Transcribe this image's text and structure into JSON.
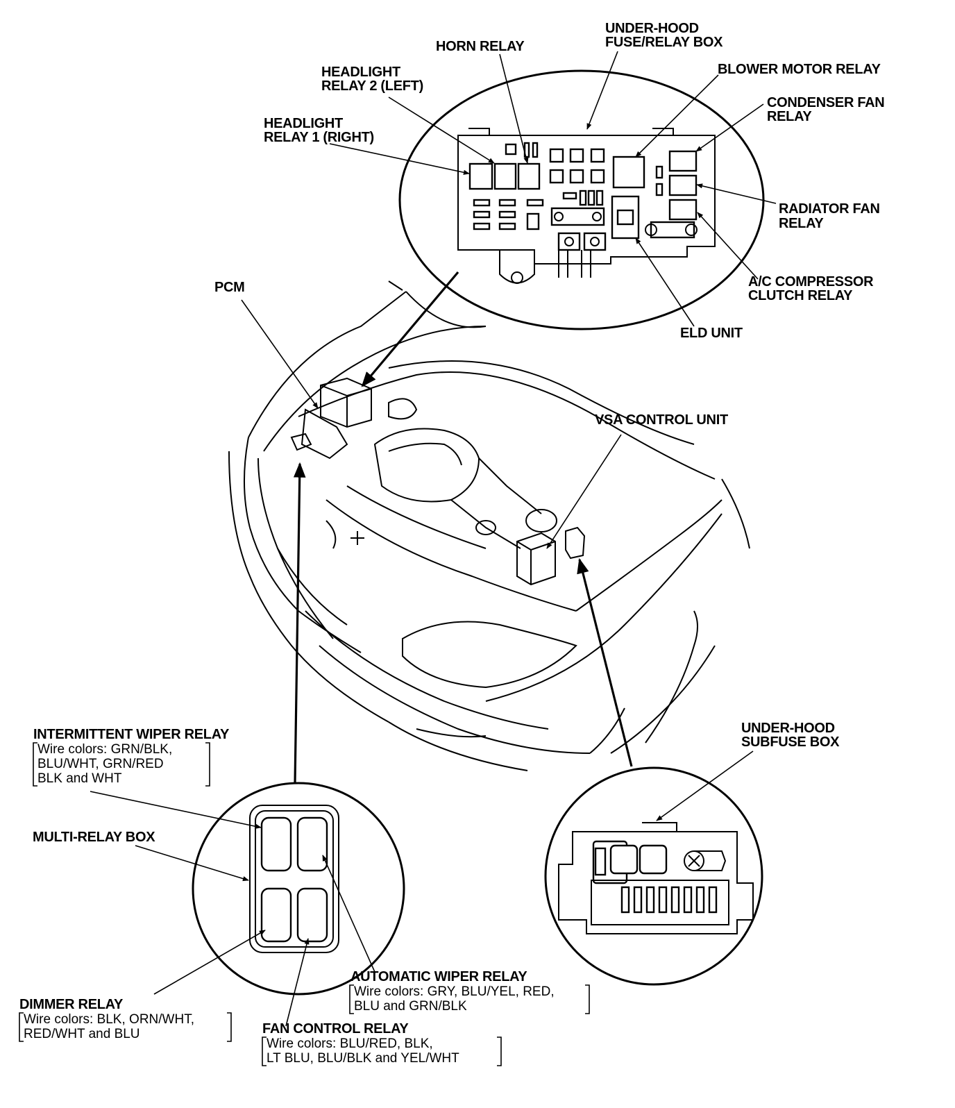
{
  "labels": {
    "under_hood_fuse_box": [
      "UNDER-HOOD",
      "FUSE/RELAY BOX"
    ],
    "horn_relay": [
      "HORN RELAY"
    ],
    "headlight_relay_2": [
      "HEADLIGHT",
      "RELAY 2 (LEFT)"
    ],
    "headlight_relay_1": [
      "HEADLIGHT",
      "RELAY 1 (RIGHT)"
    ],
    "blower_motor_relay": [
      "BLOWER MOTOR RELAY"
    ],
    "condenser_fan_relay": [
      "CONDENSER FAN",
      "RELAY"
    ],
    "radiator_fan_relay": [
      "RADIATOR FAN",
      "RELAY"
    ],
    "ac_compressor_clutch_relay": [
      "A/C COMPRESSOR",
      "CLUTCH RELAY"
    ],
    "eld_unit": [
      "ELD UNIT"
    ],
    "pcm": [
      "PCM"
    ],
    "vsa_control_unit": [
      "VSA CONTROL UNIT"
    ],
    "under_hood_subfuse_box": [
      "UNDER-HOOD",
      "SUBFUSE BOX"
    ],
    "multi_relay_box": [
      "MULTI-RELAY BOX"
    ]
  },
  "wired_labels": {
    "intermittent_wiper_relay": {
      "title": "INTERMITTENT WIPER RELAY",
      "wires": [
        "Wire colors: GRN/BLK,",
        "BLU/WHT, GRN/RED",
        "BLK and WHT"
      ]
    },
    "automatic_wiper_relay": {
      "title": "AUTOMATIC WIPER RELAY",
      "wires": [
        "Wire colors: GRY, BLU/YEL, RED,",
        "BLU and GRN/BLK"
      ]
    },
    "dimmer_relay": {
      "title": "DIMMER RELAY",
      "wires": [
        "Wire colors: BLK, ORN/WHT,",
        "RED/WHT and BLU"
      ]
    },
    "fan_control_relay": {
      "title": "FAN CONTROL RELAY",
      "wires": [
        "Wire colors: BLU/RED, BLK,",
        "LT BLU, BLU/BLK and YEL/WHT"
      ]
    }
  }
}
